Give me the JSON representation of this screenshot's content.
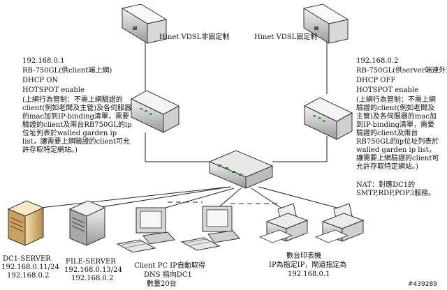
{
  "modems": {
    "left_label": "Hinet VDSL非固定制",
    "right_label": "Hinet VDSL固定制"
  },
  "router_left": {
    "lines": [
      "192.168.0.1",
      "RB-750GL(供client端上網)",
      "DHCP ON",
      "HOTSPOT enable",
      "(上網行為管制：不需上網驗證的client(例如老闆及主管)及各伺服器的mac加到IP-binding清單，需要驗證的client及兩台RB750GL的ip位址列表於walled garden ip list，讓需要上網驗證的client可允許存取特定網站。)"
    ]
  },
  "router_right": {
    "lines": [
      "192.168.0.2",
      "RB-750GL(供server端連外)",
      "DHCP OFF",
      "HOTSPOT enable",
      "(上網行為管制：不需上網驗證的client(例如老闆及主管)及各伺服器的mac加到IP-binding清單，需要驗證的client及兩台RB750GL的ip位址列表於walled garden ip list，讓需要上網驗證的client可允許存取特定網站。)",
      "NAT：對應DC1的SMTP,RDP,POP3服務。"
    ]
  },
  "devices": {
    "dc1": [
      "DC1-SERVER",
      "192.168.0.11/24",
      "192.168.0.2"
    ],
    "file": [
      "FILE-SERVER",
      "192.168.0.13/24",
      "192.168.0.2"
    ],
    "client": [
      "Client PC IP自動取得",
      "DNS 指向DC1",
      "數量20台"
    ],
    "printer": [
      "數台印表機",
      "IP為指定IP，閘道指定為",
      "192.168.0.1"
    ]
  },
  "watermark": "#439289"
}
